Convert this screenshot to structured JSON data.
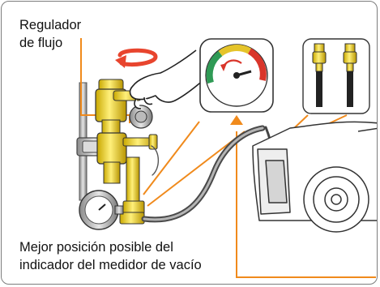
{
  "labels": {
    "regulator_line1": "Regulador",
    "regulator_line2": "de flujo",
    "caption_line1": "Mejor posición posible del",
    "caption_line2": "indicador del medidor de vacío"
  },
  "colors": {
    "accent_orange": "#f08a1c",
    "regulator_yellow": "#f3d11a",
    "rotation_red": "#e8452e",
    "gauge_green": "#2f9a55",
    "gauge_yellow": "#e5c42a",
    "gauge_red": "#d9352a",
    "hose_gray": "#6b6b6b",
    "outline": "#333333"
  },
  "icons": [
    "rotate-arrow-icon",
    "up-arrow-icon"
  ]
}
